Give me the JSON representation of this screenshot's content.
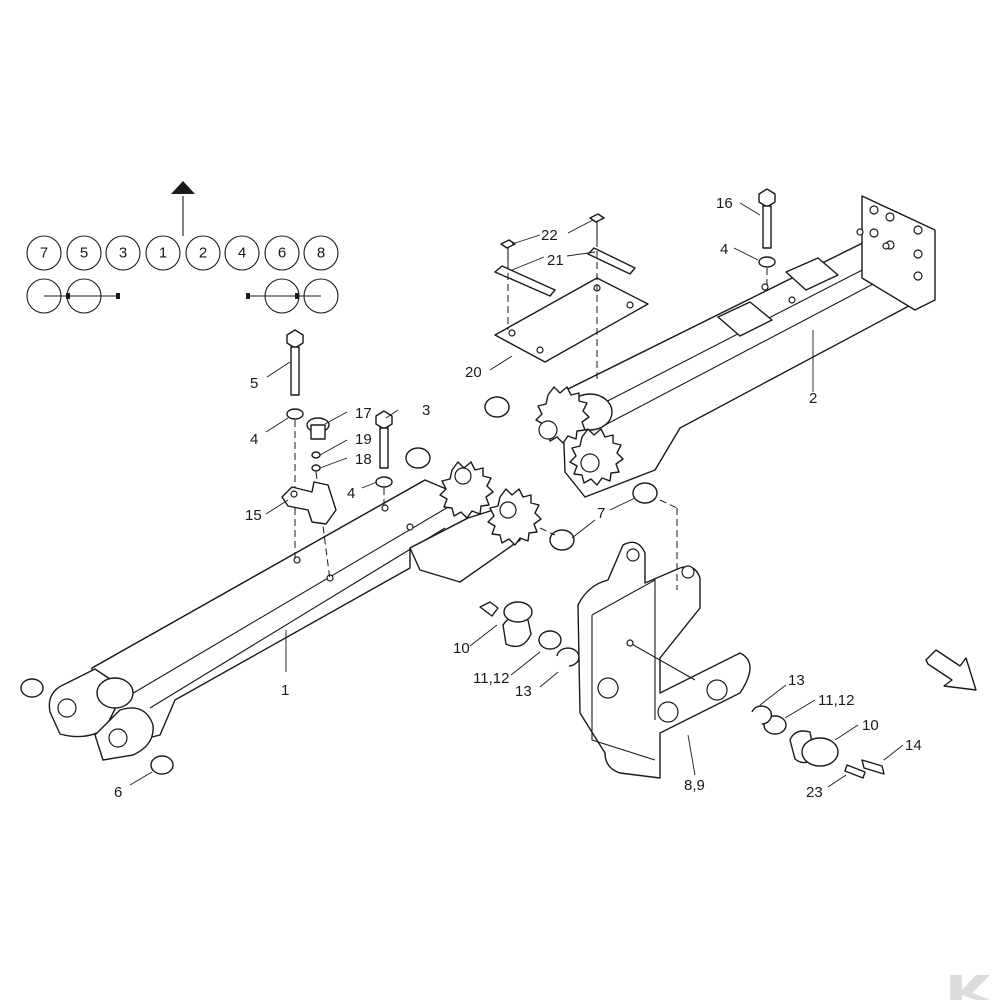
{
  "sequence": {
    "circles": [
      "7",
      "5",
      "3",
      "1",
      "2",
      "4",
      "6",
      "8"
    ]
  },
  "labels": {
    "p1": "1",
    "p2": "2",
    "p3": "3",
    "p4a": "4",
    "p4b": "4",
    "p4c": "4",
    "p5": "5",
    "p6": "6",
    "p7": "7",
    "p89": "8,9",
    "p10a": "10",
    "p10b": "10",
    "p1112a": "11,12",
    "p1112b": "11,12",
    "p13a": "13",
    "p13b": "13",
    "p14": "14",
    "p15": "15",
    "p16": "16",
    "p17": "17",
    "p18": "18",
    "p19": "19",
    "p20": "20",
    "p21": "21",
    "p22": "22",
    "p23": "23"
  },
  "icons": {
    "direction_arrow": "arrow-up-icon",
    "travel_arrow": "arrow-down-right-icon",
    "watermark": "logo-icon"
  }
}
